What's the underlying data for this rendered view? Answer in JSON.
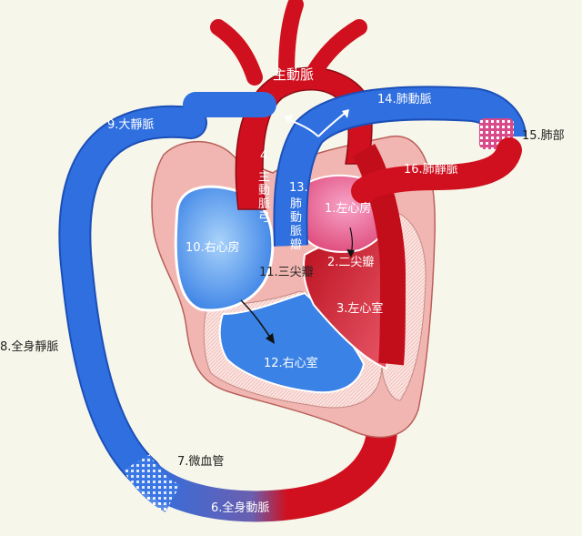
{
  "labels": {
    "aorta_main": "主動脈",
    "l4_line1": "4.",
    "l4_line2": "主",
    "l4_line3": "動",
    "l4_line4": "脈",
    "l4_line5": "弓",
    "vena_cava": "9.大靜脈",
    "pulmonary_artery": "14.肺動脈",
    "lungs": "15.肺部",
    "pulmonary_vein": "16.肺靜脈",
    "l13_line1": "13.",
    "l13_line2": "肺",
    "l13_line3": "動",
    "l13_line4": "脈",
    "l13_line5": "瓣",
    "left_atrium": "1.左心房",
    "right_atrium": "10.右心房",
    "bicuspid": "2.二尖瓣",
    "tricuspid": "11.三尖瓣",
    "left_ventricle": "3.左心室",
    "right_ventricle": "12.右心室",
    "body_vein": "8.全身靜脈",
    "capillary": "7.微血管",
    "body_artery": "6.全身動脈"
  },
  "colors": {
    "background": "#f6f6ea",
    "venous_blue": "#2f6fe0",
    "venous_blue_dark": "#1c4fb8",
    "arterial_red": "#d0101e",
    "arterial_red_dark": "#9a0a14",
    "muscle_pink": "#f2b6b2",
    "chamber_light_blue": "#7ab8f0"
  }
}
